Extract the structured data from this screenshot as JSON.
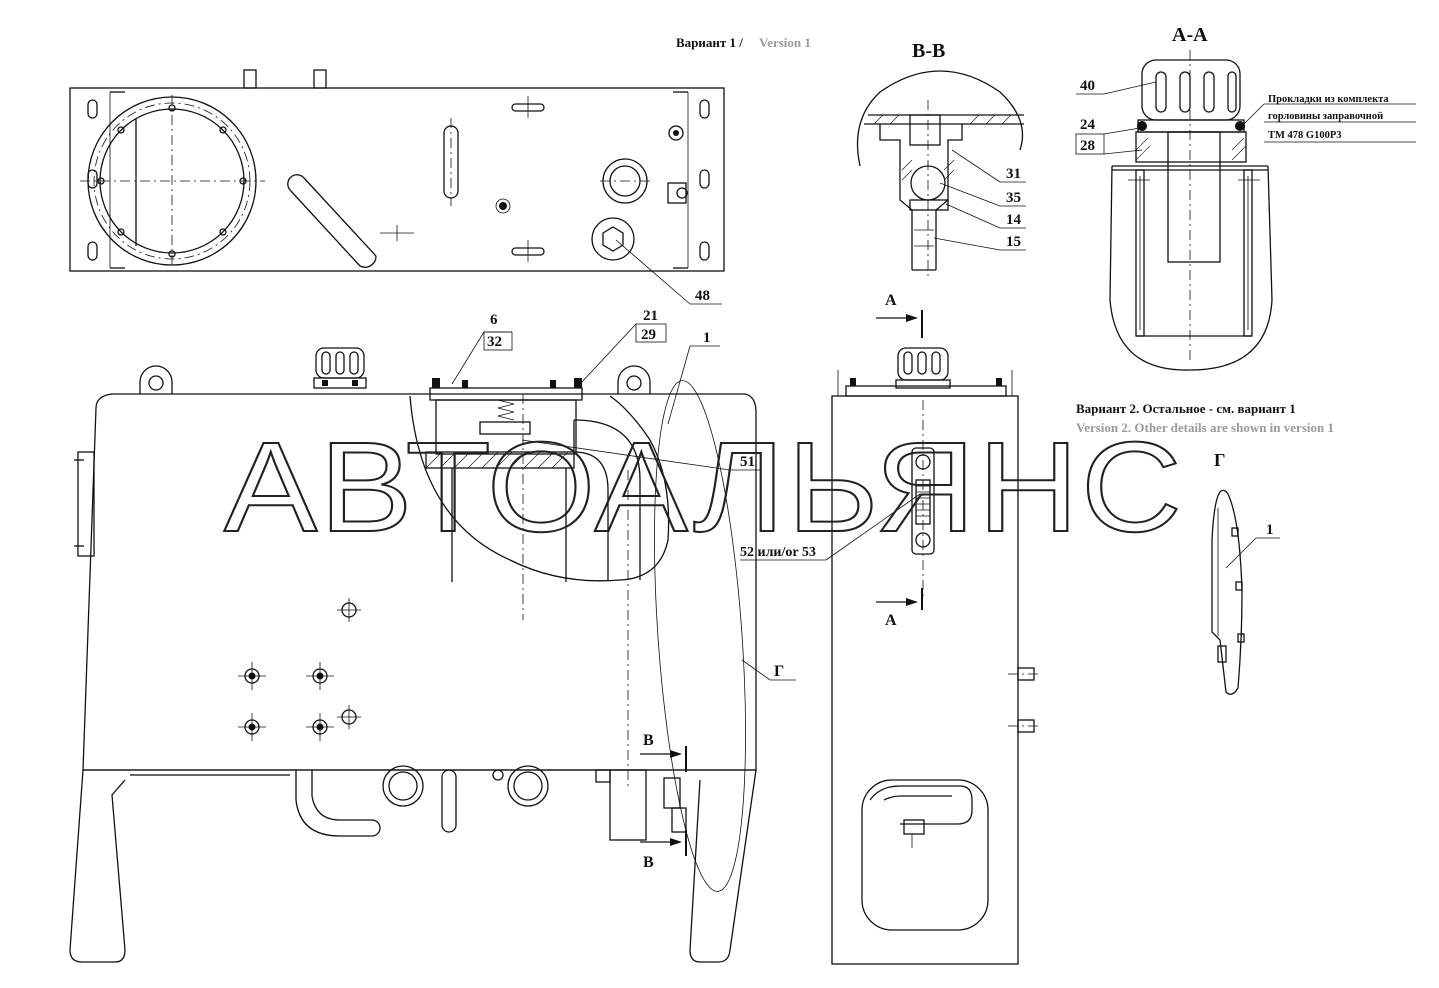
{
  "titles": {
    "variant1_ru": "Вариант 1 /",
    "variant1_en": "Version 1",
    "section_bb": "B-B",
    "section_aa": "A-A",
    "variant2_ru": "Вариант 2. Остальное - см. вариант 1",
    "variant2_en": "Version 2. Other details are shown in version 1"
  },
  "watermark": "АВТОАЛЬЯНС",
  "note": {
    "line1": "Прокладки из комплекта",
    "line2": "горловины заправочной",
    "line3": "TM 478 G100P3"
  },
  "callouts": {
    "p1_main": "1",
    "p6": "6",
    "p32": "32",
    "p21": "21",
    "p29": "29",
    "p48": "48",
    "p51": "51",
    "p52_53": "52 или/or 53",
    "detail_g": "Г",
    "p31": "31",
    "p35": "35",
    "p14": "14",
    "p15": "15",
    "p40": "40",
    "p24": "24",
    "p28": "28",
    "g_title": "Г",
    "p1_detail": "1"
  },
  "section_marks": {
    "a_top": "A",
    "a_bottom": "A",
    "b_top": "B",
    "b_bottom": "B"
  },
  "colors": {
    "line": "#111111",
    "watermark": "#222222",
    "english_text": "#9a9a9a"
  }
}
